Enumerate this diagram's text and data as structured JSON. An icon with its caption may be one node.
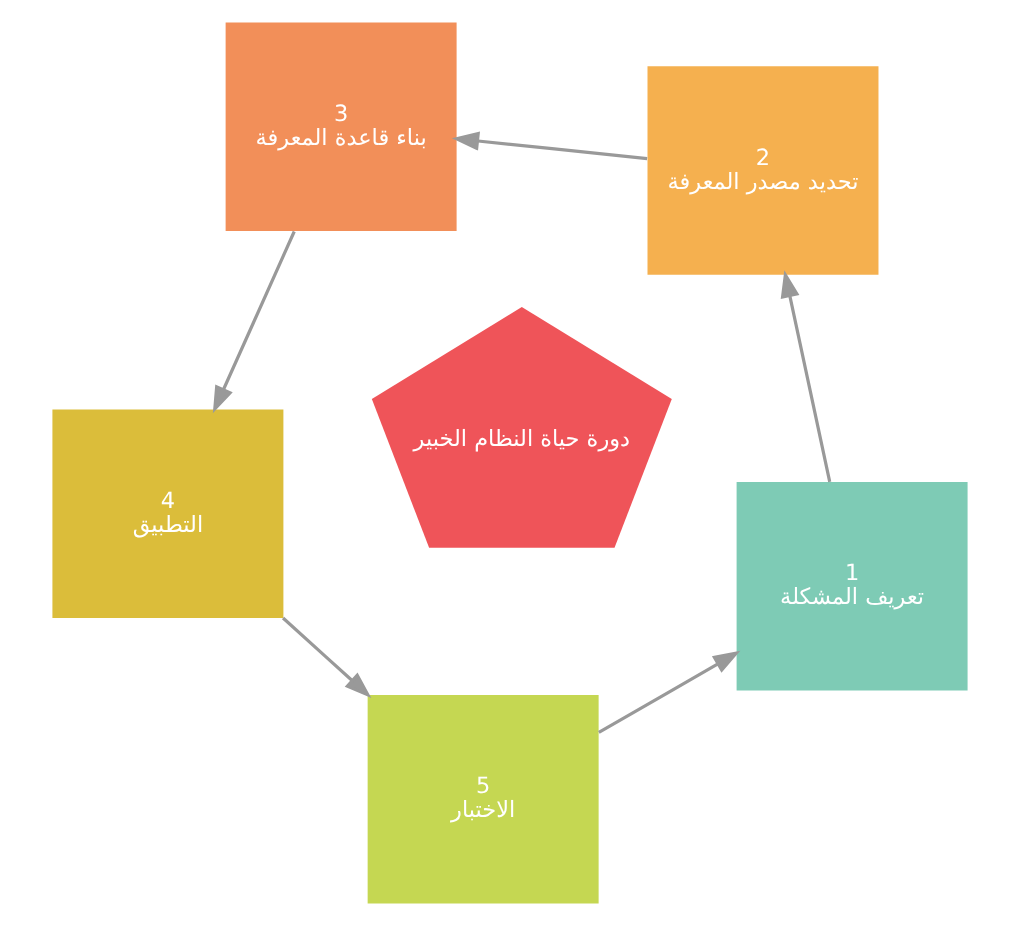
{
  "diagram": {
    "nodes": [
      {
        "text": [
          "1",
          "تعريف المشكلة"
        ]
      },
      {
        "text": [
          "2",
          "تحديد مصدر المعرفة"
        ]
      },
      {
        "text": [
          "3",
          "بناء قاعدة المعرفة"
        ]
      },
      {
        "text": [
          "4",
          "التطبيق"
        ]
      },
      {
        "text": [
          "5",
          "الاختبار"
        ]
      },
      {
        "text": [
          "دورة حياة النظام الخبير"
        ]
      }
    ],
    "edges": [
      {
        "from": 0,
        "to": 1,
        "arrow": "to"
      },
      {
        "from": 1,
        "to": 2,
        "arrow": "to"
      },
      {
        "from": 2,
        "to": 3,
        "arrow": "to"
      },
      {
        "from": 3,
        "to": 4,
        "arrow": "to"
      },
      {
        "from": 4,
        "to": 0,
        "arrow": "to"
      }
    ]
  }
}
